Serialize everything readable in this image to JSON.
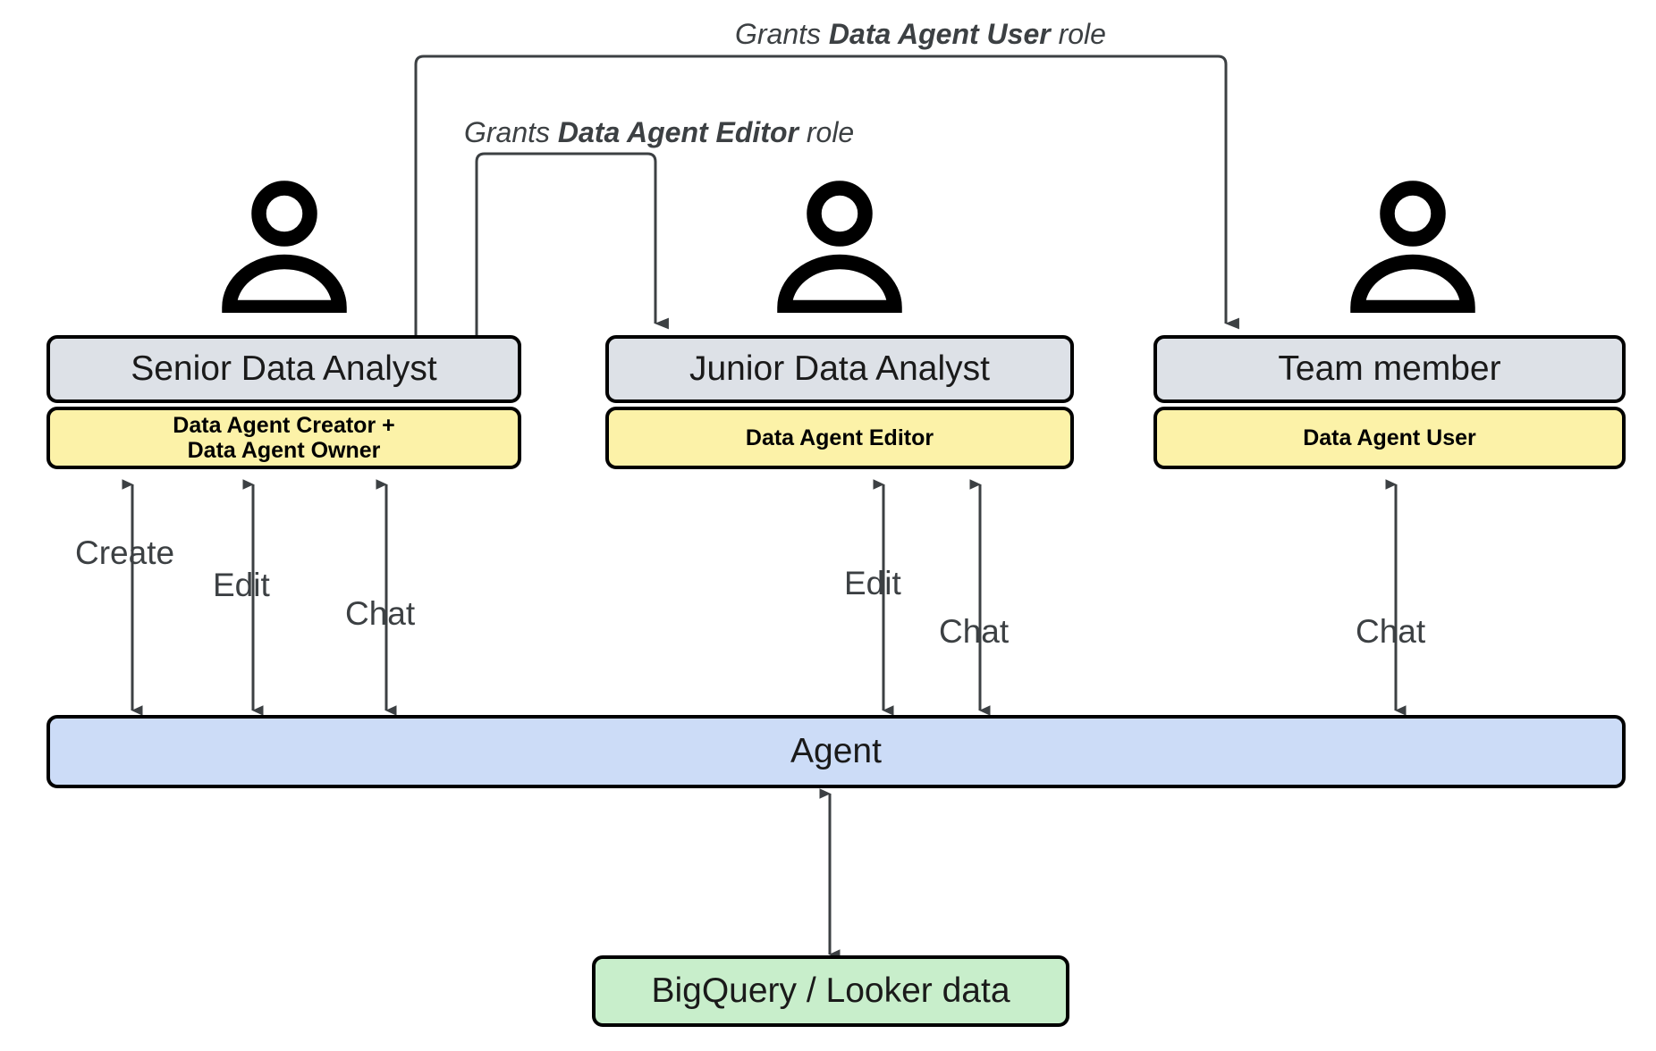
{
  "diagram": {
    "title": "Data Agent role and permission flow",
    "colors": {
      "role_title_fill": "#dde1e7",
      "role_badge_fill": "#fcf2a8",
      "agent_fill": "#ccdcf7",
      "data_fill": "#c8eecb",
      "stroke": "#000000",
      "connector": "#3c4043"
    },
    "grant_edges": [
      {
        "id": "grant-user",
        "prefix": "Grants ",
        "role": "Data Agent User",
        "suffix": " role",
        "from": "Senior Data Analyst",
        "to": "Team member"
      },
      {
        "id": "grant-editor",
        "prefix": "Grants ",
        "role": "Data Agent Editor",
        "suffix": " role",
        "from": "Senior Data Analyst",
        "to": "Junior Data Analyst"
      }
    ],
    "columns": [
      {
        "id": "senior-data-analyst",
        "person_icon": "person-icon",
        "title": "Senior Data Analyst",
        "badge_lines": [
          "Data Agent Creator +",
          "Data Agent Owner"
        ],
        "actions": [
          "Create",
          "Edit",
          "Chat"
        ]
      },
      {
        "id": "junior-data-analyst",
        "person_icon": "person-icon",
        "title": "Junior Data Analyst",
        "badge_lines": [
          "Data Agent Editor"
        ],
        "actions": [
          "Edit",
          "Chat"
        ]
      },
      {
        "id": "team-member",
        "person_icon": "person-icon",
        "title": "Team member",
        "badge_lines": [
          "Data Agent User"
        ],
        "actions": [
          "Chat"
        ]
      }
    ],
    "agent": {
      "label": "Agent"
    },
    "datasource": {
      "label": "BigQuery / Looker data"
    }
  }
}
